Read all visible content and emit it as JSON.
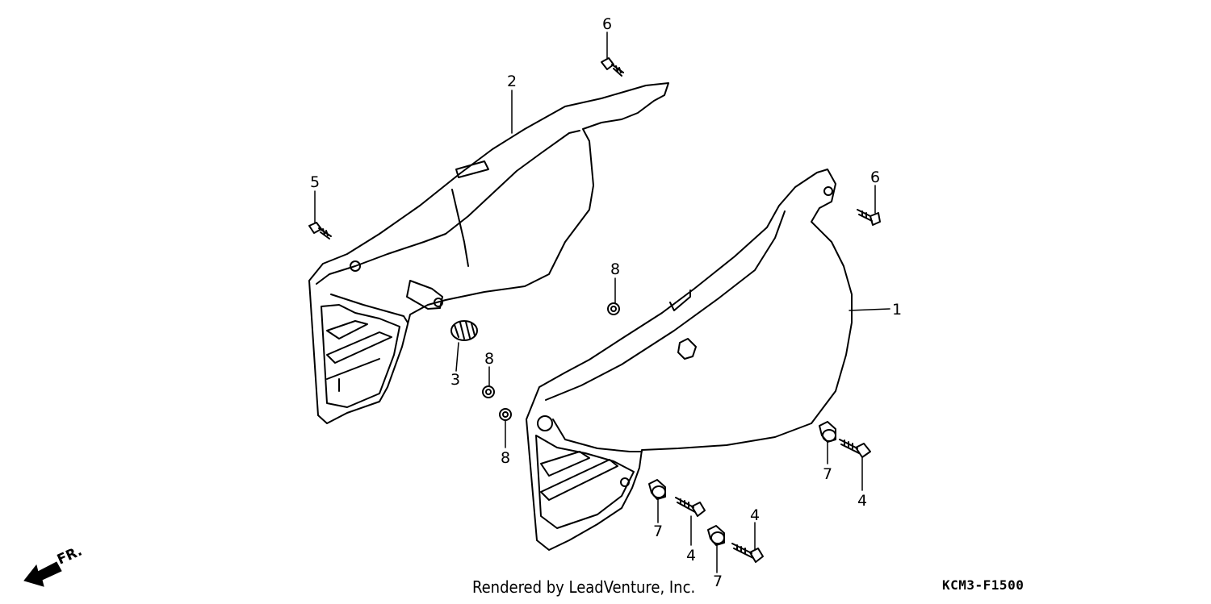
{
  "diagram": {
    "callouts": {
      "c1": "1",
      "c2": "2",
      "c3": "3",
      "c4a": "4",
      "c4b": "4",
      "c4c": "4",
      "c5": "5",
      "c6a": "6",
      "c6b": "6",
      "c7a": "7",
      "c7b": "7",
      "c7c": "7",
      "c8a": "8",
      "c8b": "8",
      "c8c": "8"
    },
    "direction_label": "FR.",
    "credit": "Rendered by LeadVenture, Inc.",
    "drawing_code": "KCM3-F1500"
  }
}
